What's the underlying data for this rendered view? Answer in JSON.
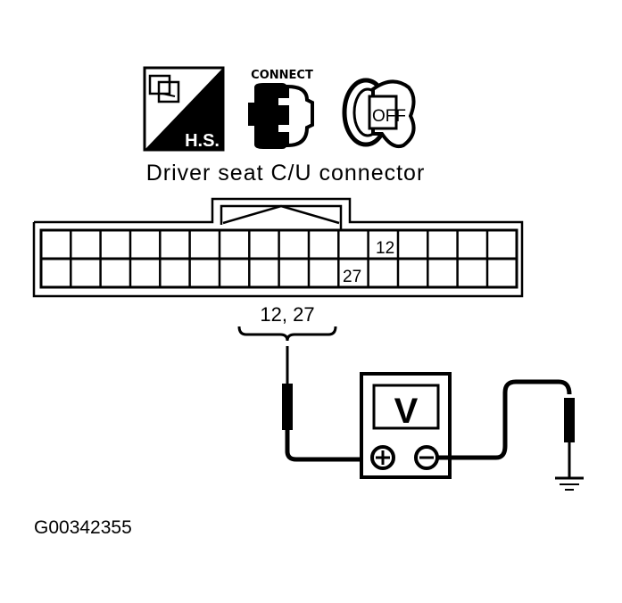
{
  "icons": {
    "harness_icon": {
      "label": "H.S."
    },
    "connect_icon": {
      "label": "CONNECT"
    },
    "ignition_icon": {
      "label": "OFF"
    }
  },
  "diagram": {
    "title": "Driver seat C/U connector",
    "connector": {
      "rows": 2,
      "columns": 16,
      "pins": [
        {
          "number": "12",
          "row": 1,
          "column": 12
        },
        {
          "number": "27",
          "row": 2,
          "column": 11
        }
      ]
    },
    "probe_label": "12, 27",
    "meter": {
      "display": "V",
      "positive": "+",
      "negative": "−"
    },
    "figure_id": "G00342355"
  }
}
